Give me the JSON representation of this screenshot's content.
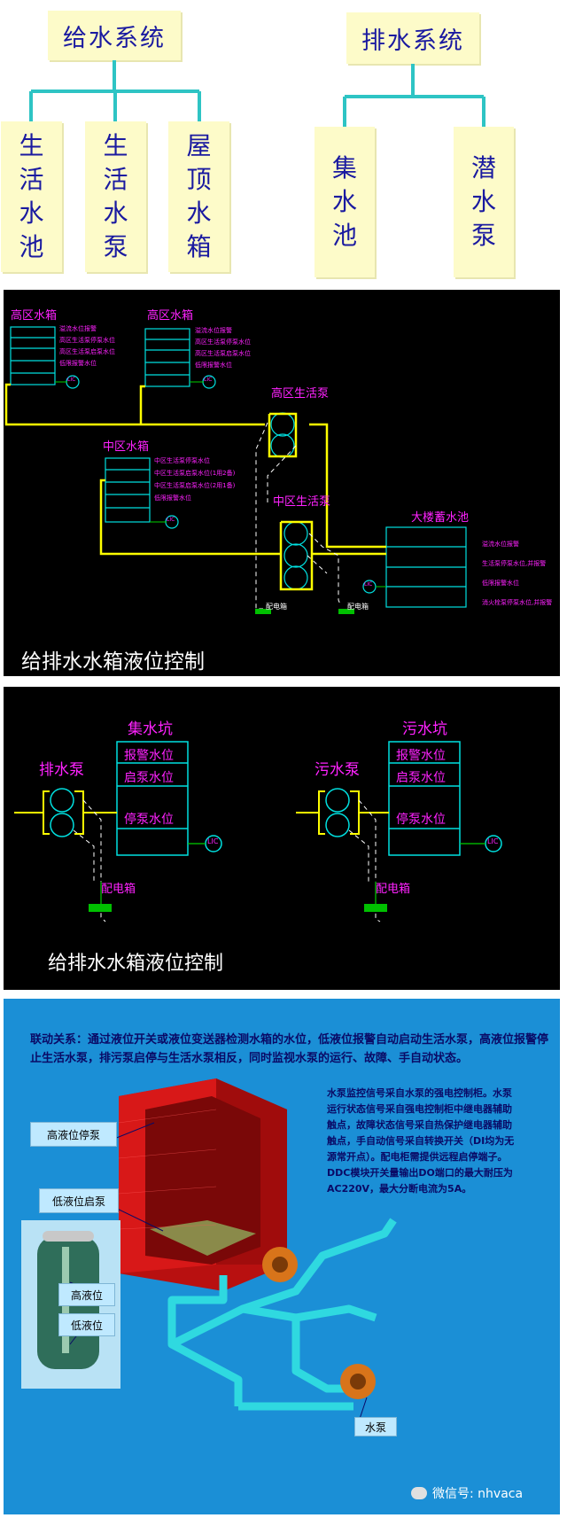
{
  "org": {
    "water_supply": {
      "title": "给水系统",
      "children": [
        "生活水池",
        "生活水泵",
        "屋顶水箱"
      ]
    },
    "drainage": {
      "title": "排水系统",
      "children": [
        "集水池",
        "潜水泵"
      ]
    }
  },
  "panel2": {
    "caption": "给排水水箱液位控制",
    "tank_high_1": "高区水箱",
    "tank_high_2": "高区水箱",
    "tank_high_items": [
      "溢流水位报警",
      "高区生活泵停泵水位",
      "高区生活泵启泵水位",
      "低限报警水位"
    ],
    "tank_mid": "中区水箱",
    "tank_mid_items": [
      "中区生活泵停泵水位",
      "中区生活泵启泵水位(1用2备)",
      "中区生活泵启泵水位(2用1备)",
      "低限报警水位"
    ],
    "pump_high": "高区生活泵",
    "pump_mid": "中区生活泵",
    "reservoir": "大楼蓄水池",
    "reservoir_items": [
      "溢流水位报警",
      "生活泵停泵水位,并报警",
      "低限报警水位",
      "消火栓泵停泵水位,并报警"
    ],
    "cabinet_1": "配电箱",
    "cabinet_2": "配电箱",
    "sensor": "LIC"
  },
  "panel3": {
    "caption": "给排水水箱液位控制",
    "left": {
      "pit": "集水坑",
      "pump": "排水泵",
      "levels": [
        "报警水位",
        "启泵水位",
        "停泵水位"
      ],
      "cabinet": "配电箱",
      "sensor": "LIC"
    },
    "right": {
      "pit": "污水坑",
      "pump": "污水泵",
      "levels": [
        "报警水位",
        "启泵水位",
        "停泵水位"
      ],
      "cabinet": "配电箱",
      "sensor": "LIC"
    }
  },
  "panel4": {
    "linkage": "联动关系：通过液位开关或液位变送器检测水箱的水位，低液位报警自动启动生活水泵，高液位报警停止生活水泵，排污泵启停与生活水泵相反，同时监视水泵的运行、故障、手自动状态。",
    "description": "水泵监控信号采自水泵的强电控制柜。水泵运行状态信号采自强电控制柜中继电器辅助触点，故障状态信号采自热保护继电器辅助触点，手自动信号采自转换开关（DI均为无源常开点）。配电柜需提供远程启停端子。DDC模块开关量输出DO端口的最大耐压为AC220V，最大分断电流为5A。",
    "label_high_stop": "高液位停泵",
    "label_low_start": "低液位启泵",
    "label_high": "高液位",
    "label_low": "低液位",
    "label_pump": "水泵",
    "watermark": "微信号: nhvaca",
    "colors": {
      "background": "#1b8fd6",
      "tank": "#d81818",
      "pipe": "#2fd9e0",
      "text_dark": "#0a0a66"
    }
  }
}
